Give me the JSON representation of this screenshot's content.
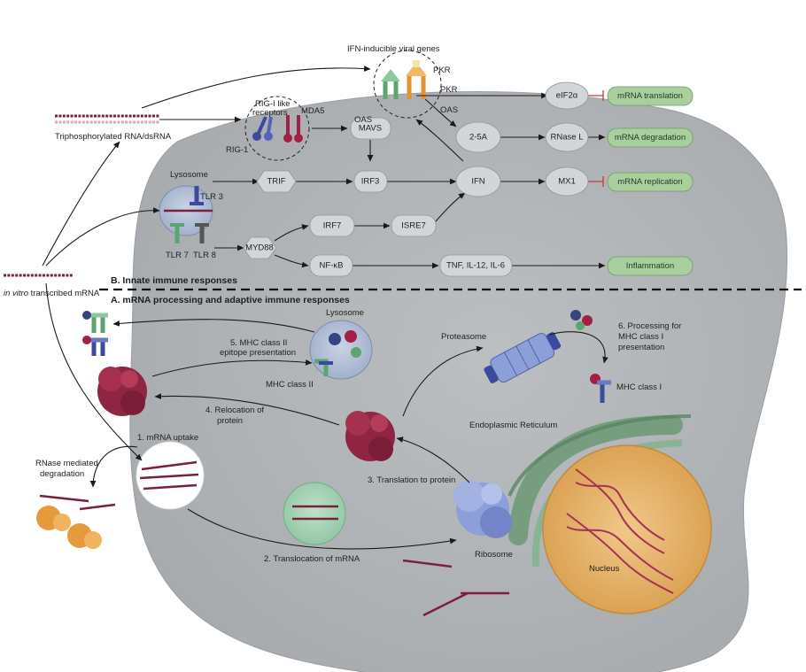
{
  "labels": {
    "ifn_inducible": "IFN-inducible viral genes",
    "pkr_top": "PKR",
    "oas_left": "OAS",
    "pkr_arrow": "PKR",
    "oas_arrow": "OAS",
    "triphos": "Triphosphorylated RNA/dsRNA",
    "rig_like": "RIG-I like",
    "receptors": "receptors",
    "mda5": "MDA5",
    "rig1": "RIG-1",
    "lysosome_top": "Lysosome",
    "tlr3": "TLR 3",
    "tlr7": "TLR 7",
    "tlr8": "TLR 8",
    "in_vitro_italic": "in vitro",
    "in_vitro_rest": " transcribed mRNA",
    "section_b": "B. Innate immune responses",
    "section_a": "A. mRNA processing and adaptive immune responses",
    "lysosome_bottom": "Lysosome",
    "mhc2_line1": "5. MHC class II",
    "mhc2_line2": "epitope presentation",
    "mhc2_label": "MHC class II",
    "proteasome": "Proteasome",
    "proc1": "6. Processing for",
    "proc2": "MHC class I",
    "proc3": "presentation",
    "mhc1": "MHC class I",
    "reloc1": "4. Relocation of",
    "reloc2": "protein",
    "er": "Endoplasmic Reticulum",
    "uptake": "1. mRNA uptake",
    "rnase1": "RNase mediated",
    "rnase2": "degradation",
    "translation": "3. Translation to protein",
    "translocation": "2. Translocation of mRNA",
    "ribosome": "Ribosome",
    "nucleus": "Nucleus"
  },
  "nodes": {
    "mavs": "MAVS",
    "trif": "TRIF",
    "irf3": "IRF3",
    "ifn": "IFN",
    "twofivea": "2-5A",
    "rnasel": "RNase L",
    "eif2a": "eIF2α",
    "mx1": "MX1",
    "myd88": "MYD88",
    "irf7": "IRF7",
    "isre7": "ISRE7",
    "nfkb": "NF-κB",
    "tnf": "TNF, IL-12, IL-6"
  },
  "outcomes": {
    "translation": "mRNA translation",
    "degradation": "mRNA degradation",
    "replication": "mRNA replication",
    "inflammation": "Inflammation"
  },
  "colors": {
    "cell": "#b5b8bb",
    "node": "#d3d6d9",
    "outcome": "#a9cf9d",
    "rna": "#7a1f3c",
    "er": "#6f9a78",
    "nucleus": "#e8b267",
    "inhibit": "#d3313b"
  }
}
